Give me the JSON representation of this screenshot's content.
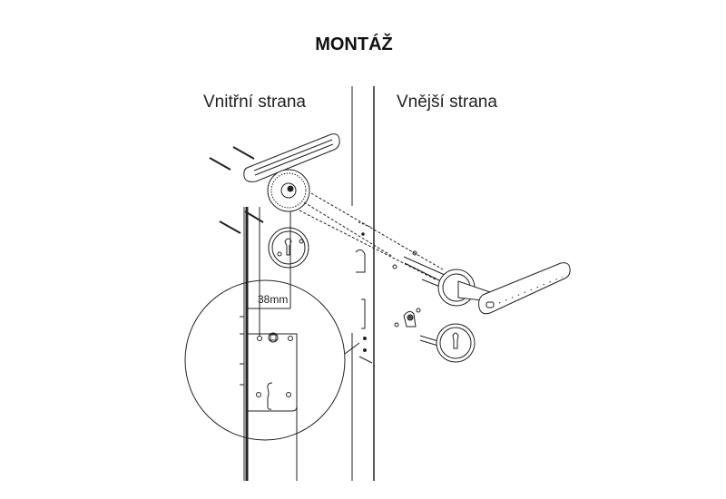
{
  "title": "MONTÁŽ",
  "labels": {
    "inner_side": "Vnitřní strana",
    "outer_side": "Vnější strana",
    "hole_spacing": "38mm"
  }
}
